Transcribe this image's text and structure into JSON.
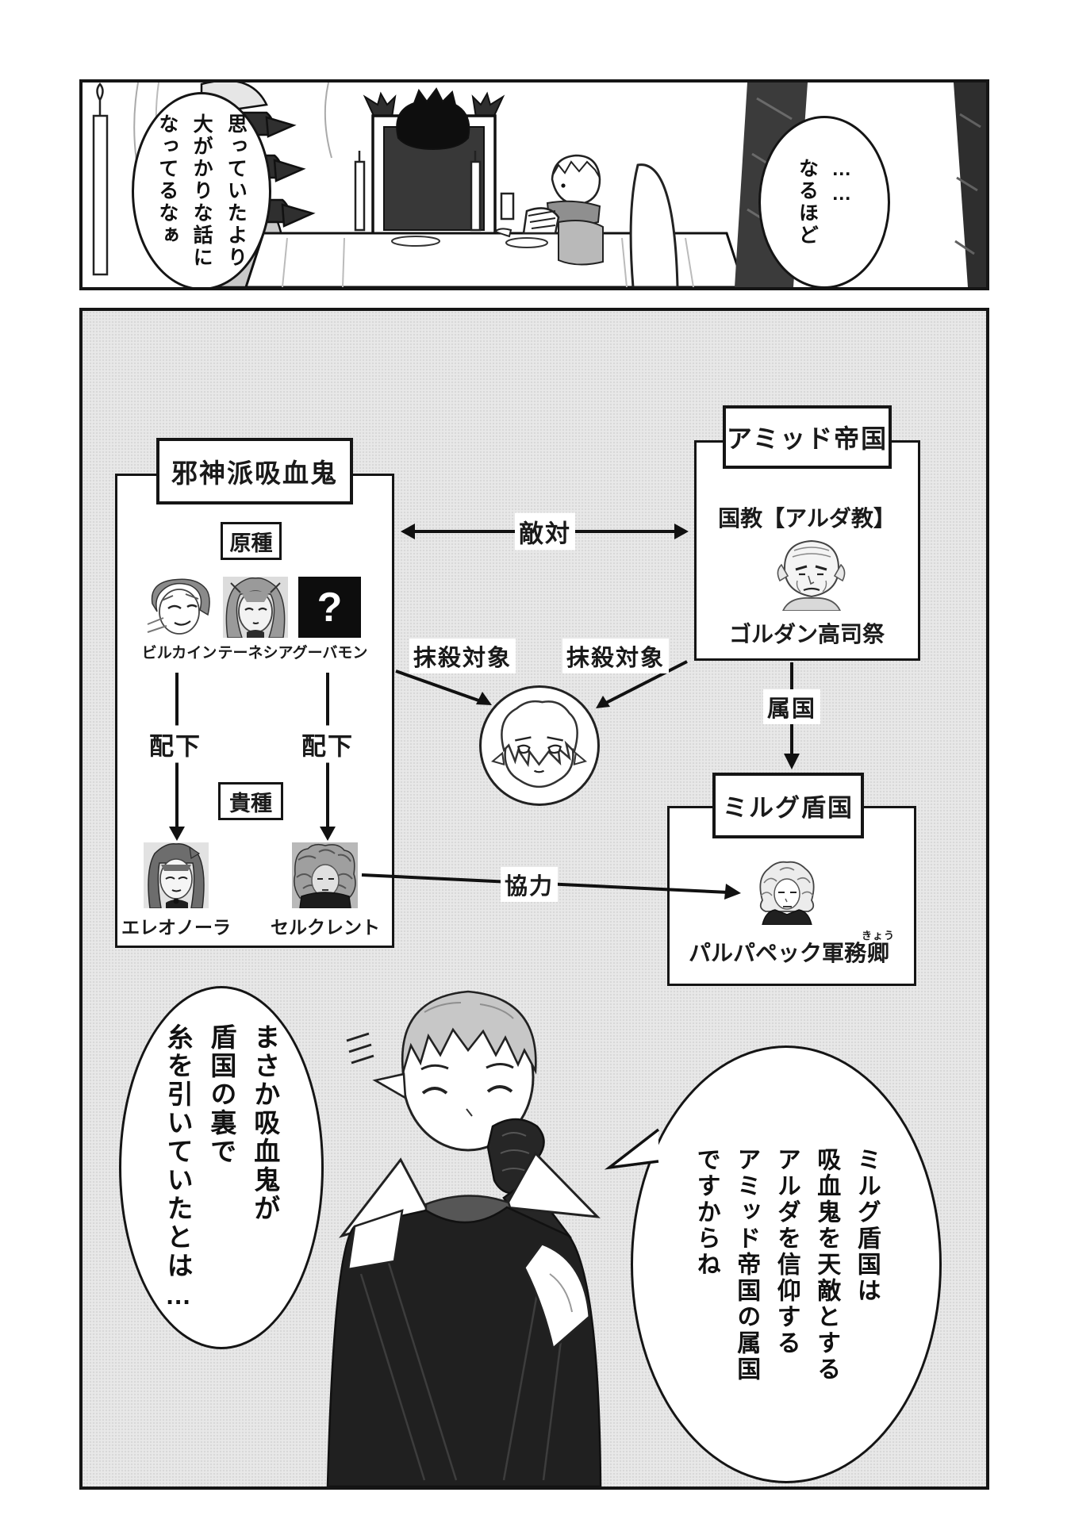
{
  "panel_top": {
    "bubble_left_lines": [
      "思っていたより",
      "大がかりな話に",
      "なってるなぁ"
    ],
    "bubble_right_lines": [
      "……",
      "なるほど"
    ]
  },
  "diagram": {
    "vampire_box": {
      "title": "邪神派吸血鬼",
      "origin_label": "原種",
      "origin_members": [
        "ビルカイン",
        "テーネシア",
        "グーバモン"
      ],
      "unknown_mark": "?",
      "subordinate_label_left": "配下",
      "subordinate_label_right": "配下",
      "noble_label": "貴種",
      "noble_members": [
        "エレオノーラ",
        "セルクレント"
      ]
    },
    "empire_box": {
      "title": "アミッド帝国",
      "religion": "国教【アルダ教】",
      "priest_name": "ゴルダン高司祭"
    },
    "shield_box": {
      "title": "ミルグ盾国",
      "official_name_base": "パルパペック軍務",
      "official_name_last": "卿",
      "official_name_furigana": "きょう"
    },
    "relations": {
      "hostility": "敵対",
      "kill_target_left": "抹殺対象",
      "kill_target_right": "抹殺対象",
      "vassal_state": "属国",
      "cooperation": "協力"
    }
  },
  "panel_bottom": {
    "bubble_left_lines": [
      "まさか吸血鬼が",
      "盾国の裏で",
      "糸を引いていたとは…"
    ],
    "bubble_right_lines": [
      "ミルグ盾国は",
      "吸血鬼を天敵とする",
      "アルダを信仰する",
      "アミッド帝国の属国",
      "ですからね"
    ]
  },
  "colors": {
    "ink": "#1a1a1a",
    "panel_bg": "#e8e8e8",
    "paper": "#ffffff"
  }
}
